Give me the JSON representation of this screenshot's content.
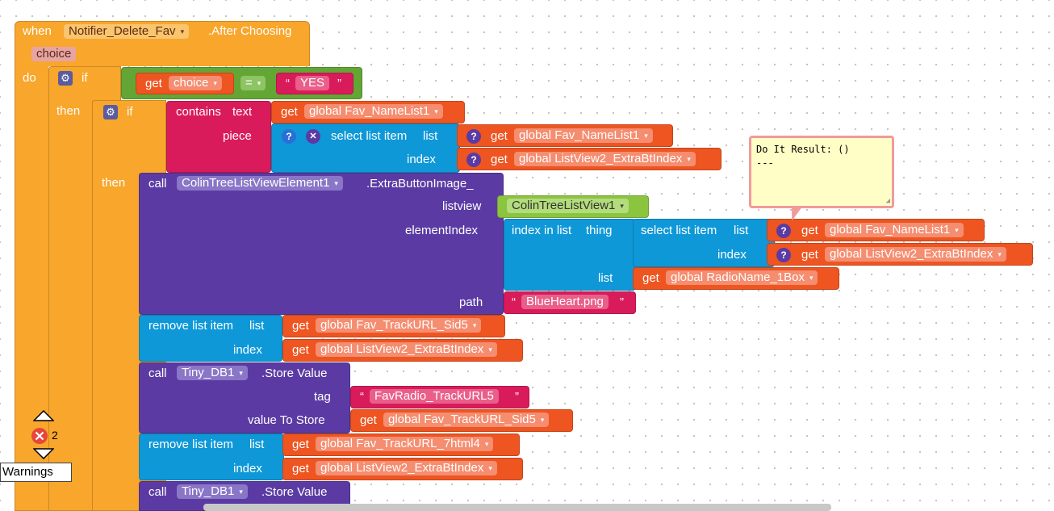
{
  "event": {
    "when": "when",
    "component": "Notifier_Delete_Fav",
    "event_name": ".After Choosing",
    "param": "choice",
    "do": "do"
  },
  "if1": {
    "if": "if",
    "then": "then",
    "get": "get",
    "var": "choice",
    "op": "=",
    "str": "YES"
  },
  "if2": {
    "if": "if",
    "then": "then",
    "contains": "contains",
    "text_label": "text",
    "piece_label": "piece",
    "get": "get",
    "text_var": "global Fav_NameList1",
    "select_label": "select list item",
    "list_label": "list",
    "index_label": "index",
    "list_var": "global Fav_NameList1",
    "index_var": "global ListView2_ExtraBtIndex"
  },
  "call1": {
    "call": "call",
    "component": "ColinTreeListViewElement1",
    "method": ".ExtraButtonImage_",
    "listview_label": "listview",
    "listview_value": "ColinTreeListView1",
    "element_index_label": "elementIndex",
    "index_in_list": "index in list",
    "thing_label": "thing",
    "select_label": "select list item",
    "list_label": "list",
    "index_label": "index",
    "get": "get",
    "sel_list_var": "global Fav_NameList1",
    "sel_index_var": "global ListView2_ExtraBtIndex",
    "list2_label": "list",
    "list2_var": "global RadioName_1Box",
    "path_label": "path",
    "path_value": "BlueHeart.png"
  },
  "remove1": {
    "label": "remove list item",
    "list_label": "list",
    "index_label": "index",
    "get": "get",
    "list_var": "global Fav_TrackURL_Sid5",
    "index_var": "global ListView2_ExtraBtIndex"
  },
  "store1": {
    "call": "call",
    "component": "Tiny_DB1",
    "method": ".Store Value",
    "tag_label": "tag",
    "tag_value": "FavRadio_TrackURL5",
    "value_label": "value To Store",
    "get": "get",
    "value_var": "global Fav_TrackURL_Sid5"
  },
  "remove2": {
    "label": "remove list item",
    "list_label": "list",
    "index_label": "index",
    "get": "get",
    "list_var": "global Fav_TrackURL_7html4",
    "index_var": "global ListView2_ExtraBtIndex"
  },
  "store2": {
    "call": "call",
    "component": "Tiny_DB1",
    "method": ".Store Value"
  },
  "bubble": {
    "line1": "Do It Result: ()",
    "line2": "---"
  },
  "warnings": {
    "count": "2",
    "label": "Warnings"
  },
  "colors": {
    "event": "#f8a62c",
    "logic": "#64a635",
    "control_if": "#f8a62c",
    "text": "#d91b5b",
    "lists": "#0e98d8",
    "variables": "#ee5521",
    "component_call": "#5b3ba3",
    "component_ref": "#8bc43f"
  },
  "icons": {
    "gear": "gear-icon",
    "question": "question-icon",
    "remove": "x-circle-icon",
    "error": "error-icon",
    "up": "chevron-up-icon",
    "down": "chevron-down-icon"
  }
}
